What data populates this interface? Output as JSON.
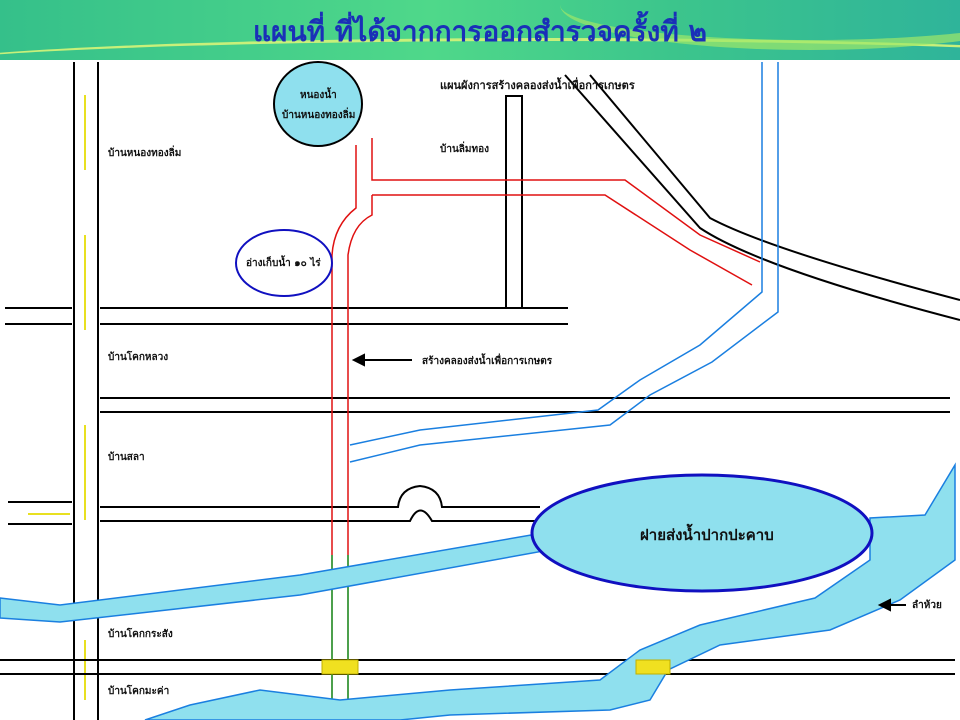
{
  "title": "แผนที่ ที่ได้จากการออกสำรวจครั้งที่ ๒",
  "map": {
    "heading": "แผนผังการสร้างคลองส่งน้ำเพื่อการเกษตร",
    "pond_line1": "หนองน้ำ",
    "pond_line2": "บ้านหนองทองลิ่ม",
    "reservoir": "อ่างเก็บน้ำ ๑๐ ไร่",
    "weir": "ฝายส่งน้ำปากปะคาบ",
    "canal_note": "สร้างคลองส่งน้ำเพื่อการเกษตร",
    "stream": "ลำห้วย",
    "villages": [
      "บ้านหนองทองลิ่ม",
      "บ้านลิ่มทอง",
      "บ้านโคกหลวง",
      "บ้านสลา",
      "บ้านโคกกระสัง",
      "บ้านโคกมะค่า"
    ]
  },
  "colors": {
    "title": "#1a2fb8",
    "water": "#8fe0ee",
    "water_edge": "#1a7fe0",
    "canal": "#e01010",
    "road": "#000000"
  }
}
